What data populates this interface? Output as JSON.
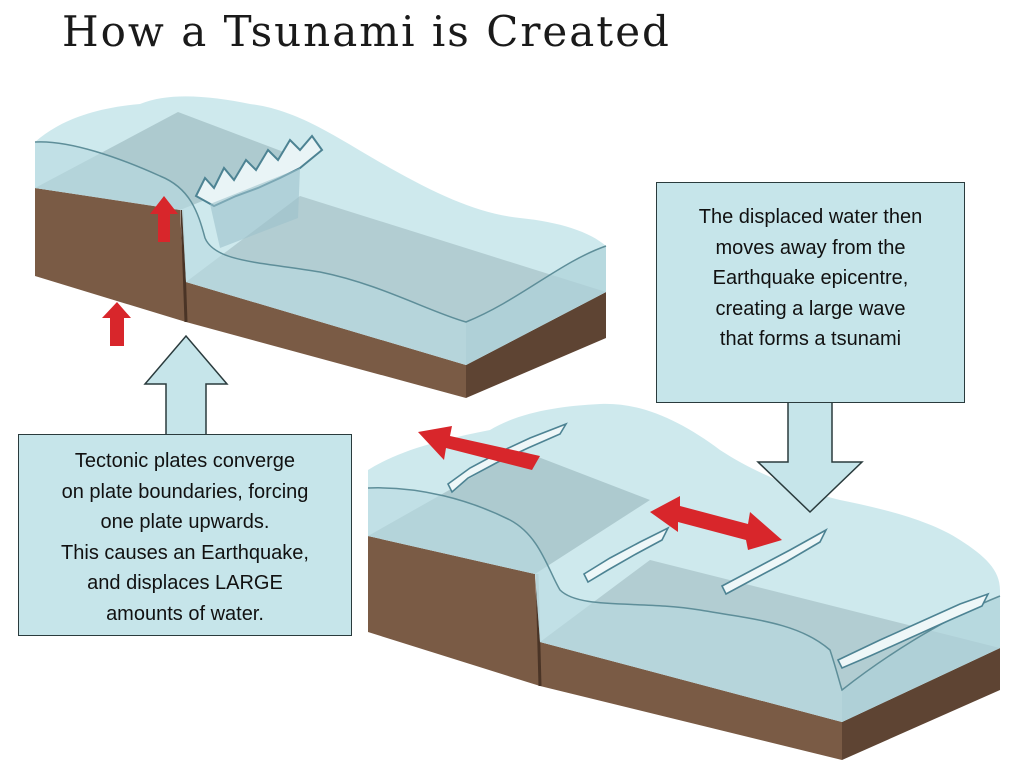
{
  "title": "How a Tsunami is Created",
  "callouts": {
    "plates": "Tectonic plates converge\non plate boundaries, forcing\none plate upwards.\nThis causes an Earthquake,\nand displaces LARGE\namounts of water.",
    "wave": "The displaced water then\nmoves away from the\nEarthquake epicentre,\ncreating a large wave\nthat forms a tsunami"
  },
  "colors": {
    "water": "#c6e5ea",
    "water_dark": "#9fc9d2",
    "earth_front": "#7a5b45",
    "earth_side": "#5e4433",
    "arrow_red": "#d8262b",
    "callout_bg": "#c6e5ea"
  }
}
